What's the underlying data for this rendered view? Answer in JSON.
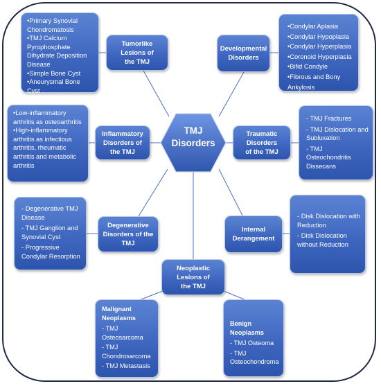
{
  "hub": {
    "line1": "TMJ",
    "line2": "Disorders"
  },
  "tumorlike": {
    "label_line1": "Tumorlike Lesions of",
    "label_line2": "the TMJ",
    "items": [
      "Primary Synovial Chondromatosis",
      "TMJ Calcium Pyrophosphate Dihydrate Deposition Disease",
      "Simple Bone Cyst",
      "Aneurysmal Bone Cyst"
    ]
  },
  "developmental": {
    "label_line1": "Developmental",
    "label_line2": "Disorders",
    "items": [
      "Condylar Aplasia",
      "Condylar Hypoplasia",
      "Condylar Hyperplasia",
      "Coronoid Hyperplasia",
      "Bifid Condyle",
      "Fibrous and Bony Ankylosis"
    ]
  },
  "inflammatory": {
    "label_line1": "Inflammatory",
    "label_line2": "Disorders of the TMJ",
    "items": [
      "Low-inflammatory arthritis as osteoarthritis",
      "High-inflammatory arthritis as infectious arthritis, rheumatic arthritis and metabolic arthritis"
    ]
  },
  "traumatic": {
    "label_line1": "Traumatic Disorders",
    "label_line2": "of the TMJ",
    "items": [
      "TMJ Fractures",
      "TMJ Dislocation and Subluxation",
      "TMJ Osteochondritis Dissecans"
    ]
  },
  "degenerative": {
    "label_line1": "Degenerative",
    "label_line2": "Disorders of the TMJ",
    "items": [
      "Degenerative TMJ Disease",
      "TMJ Ganglion and Synovial Cyst",
      "Progressive Condylar Resorption"
    ]
  },
  "internal": {
    "label_line1": "Internal",
    "label_line2": "Derangement",
    "items": [
      "Disk Dislocation with Reduction",
      "Disk Dislocation without Reduction"
    ]
  },
  "neoplastic": {
    "label_line1": "Neoplastic Lesions of",
    "label_line2": "the TMJ"
  },
  "malignant": {
    "title_line1": "Malignant",
    "title_line2": "Neoplasms",
    "items": [
      "TMJ Osteosarcoma",
      "TMJ Chondrosarcoma",
      "TMJ Metastasis"
    ]
  },
  "benign": {
    "title": "Benign Neoplasms",
    "items": [
      "TMJ Osteoma",
      "TMJ Osteochondroma"
    ]
  },
  "colors": {
    "box_top": "#5b83d3",
    "box_bottom": "#2e55ad",
    "connector": "#4a6fc0",
    "frame": "#1f2a44"
  }
}
